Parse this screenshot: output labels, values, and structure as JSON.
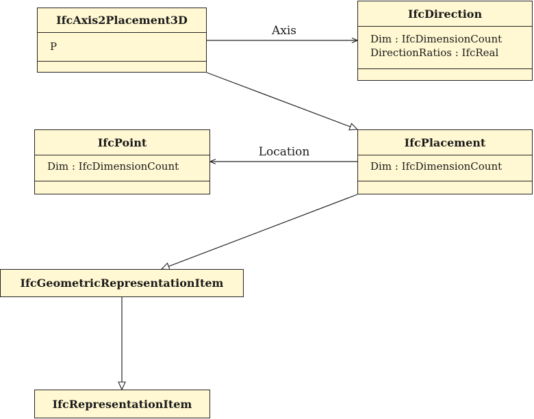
{
  "classes": {
    "axis2placement3d": {
      "name": "IfcAxis2Placement3D",
      "attributes": [
        "P"
      ]
    },
    "direction": {
      "name": "IfcDirection",
      "attributes": [
        "Dim : IfcDimensionCount",
        "DirectionRatios : IfcReal"
      ]
    },
    "point": {
      "name": "IfcPoint",
      "attributes": [
        "Dim : IfcDimensionCount"
      ]
    },
    "placement": {
      "name": "IfcPlacement",
      "attributes": [
        "Dim : IfcDimensionCount"
      ]
    },
    "geometric_item": {
      "name": "IfcGeometricRepresentationItem"
    },
    "representation_item": {
      "name": "IfcRepresentationItem"
    }
  },
  "relations": {
    "axis": {
      "label": "Axis",
      "from": "IfcAxis2Placement3D",
      "to": "IfcDirection",
      "kind": "association"
    },
    "location": {
      "label": "Location",
      "from": "IfcPlacement",
      "to": "IfcPoint",
      "kind": "association"
    },
    "inh1": {
      "from": "IfcAxis2Placement3D",
      "to": "IfcPlacement",
      "kind": "generalization"
    },
    "inh2": {
      "from": "IfcPlacement",
      "to": "IfcGeometricRepresentationItem",
      "kind": "generalization"
    },
    "inh3": {
      "from": "IfcGeometricRepresentationItem",
      "to": "IfcRepresentationItem",
      "kind": "generalization"
    }
  }
}
